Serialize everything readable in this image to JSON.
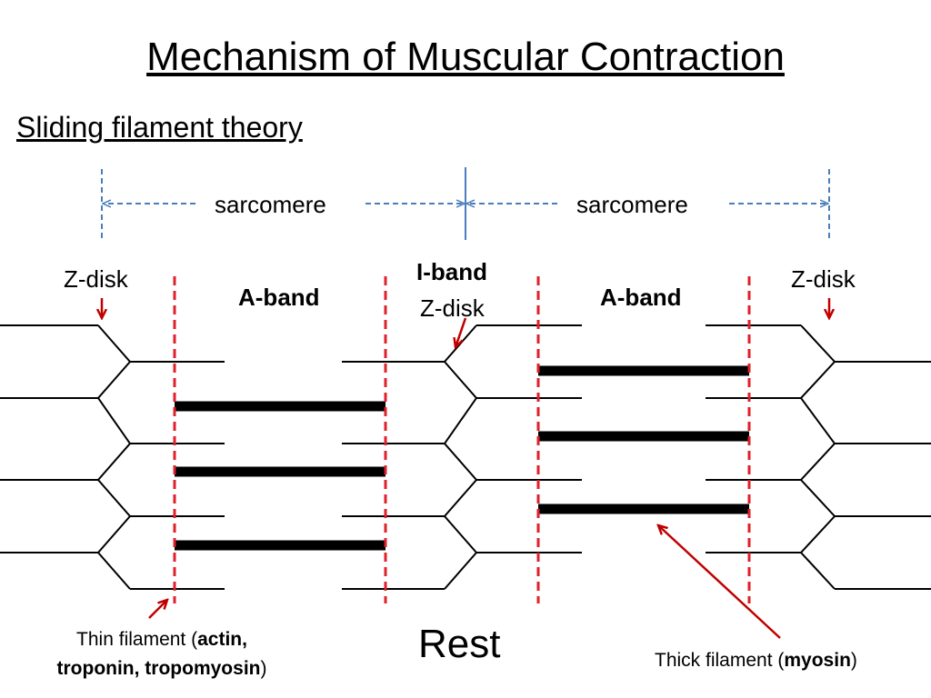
{
  "title": "Mechanism of Muscular Contraction",
  "subtitle": "Sliding filament theory",
  "labels": {
    "sarcomere_left": "sarcomere",
    "sarcomere_right": "sarcomere",
    "z_disk_left": "Z-disk",
    "z_disk_center": "Z-disk",
    "z_disk_right": "Z-disk",
    "i_band": "I-band",
    "a_band_left": "A-band",
    "a_band_right": "A-band"
  },
  "captions": {
    "thin_prefix": "Thin filament (",
    "thin_bold_1": "actin,",
    "thin_bold_2": "troponin, tropomyosin",
    "thin_suffix": ")",
    "thick_prefix": "Thick filament (",
    "thick_bold": "myosin",
    "thick_suffix": ")"
  },
  "state": "Rest",
  "colors": {
    "guide_blue": "#4a7ebb",
    "band_red": "#e0202a",
    "arrow_red": "#c00000",
    "filament": "#000000"
  }
}
